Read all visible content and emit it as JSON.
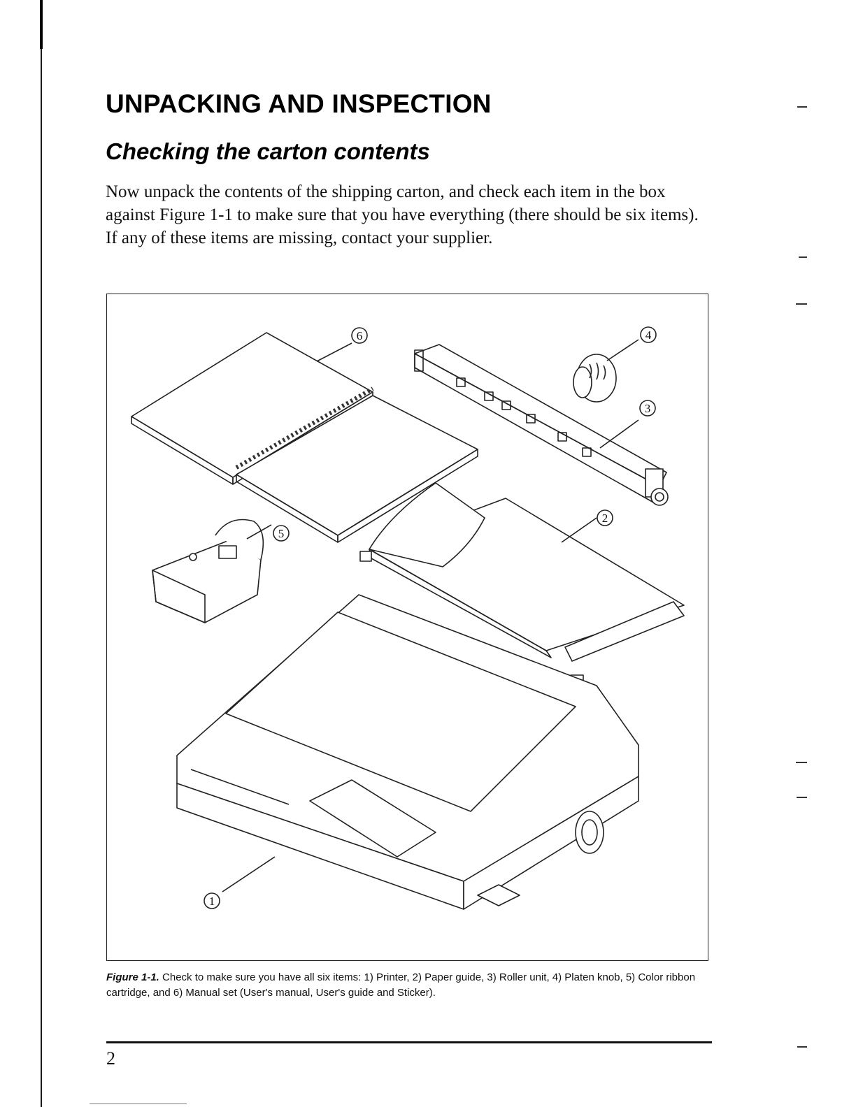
{
  "heading": "UNPACKING AND INSPECTION",
  "subheading": "Checking the carton contents",
  "paragraphs": [
    "Now unpack the contents of the shipping carton, and check each item in the box against Figure 1-1 to make sure that you have everything (there should be six items).",
    "If any of these items are missing, contact your supplier."
  ],
  "figure": {
    "callouts": [
      "1",
      "2",
      "3",
      "4",
      "5",
      "6"
    ],
    "caption_label": "Figure 1-1.",
    "caption_text": " Check to make sure you have all six items: 1) Printer, 2) Paper guide, 3) Roller unit, 4) Platen knob, 5) Color ribbon cartridge, and 6) Manual set (User's manual, User's guide and Sticker)."
  },
  "page_number": "2"
}
